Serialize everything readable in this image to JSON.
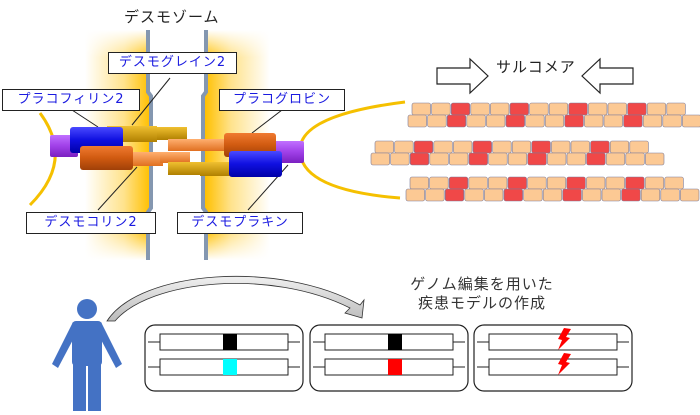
{
  "diagram": {
    "desmosome": {
      "title": "デスモゾーム",
      "labels": {
        "desmoglein2": "デスモグレイン2",
        "plakophilin2": "プラコフィリン2",
        "plakoglobin": "プラコグロビン",
        "desmocollin2": "デスモコリン2",
        "desmoplakin": "デスモプラキン"
      }
    },
    "sarcomere": {
      "title": "サルコメア",
      "rows": [
        {
          "top": [
            "n",
            "n",
            "r",
            "n",
            "n",
            "r",
            "n",
            "n",
            "r",
            "n",
            "n",
            "r",
            "n",
            "n"
          ],
          "bottom": [
            "n",
            "n",
            "r",
            "n",
            "n",
            "r",
            "n",
            "n",
            "r",
            "n",
            "n",
            "r",
            "n",
            "n",
            "n"
          ]
        },
        {
          "top": [
            "n",
            "n",
            "r",
            "n",
            "n",
            "r",
            "n",
            "n",
            "r",
            "n",
            "n",
            "r",
            "n",
            "n"
          ],
          "bottom": [
            "n",
            "n",
            "r",
            "n",
            "n",
            "r",
            "n",
            "n",
            "r",
            "n",
            "n",
            "r",
            "n",
            "n",
            "n"
          ]
        },
        {
          "top": [
            "n",
            "n",
            "r",
            "n",
            "n",
            "r",
            "n",
            "n",
            "r",
            "n",
            "n",
            "r",
            "n",
            "n"
          ],
          "bottom": [
            "n",
            "n",
            "r",
            "n",
            "n",
            "r",
            "n",
            "n",
            "r",
            "n",
            "n",
            "r",
            "n",
            "n",
            "n"
          ]
        }
      ]
    },
    "genome_editing": {
      "caption_line1": "ゲノム編集を用いた",
      "caption_line2": "疾患モデルの作成",
      "panels": [
        {
          "top_mark": "black",
          "bottom_mark": "cyan"
        },
        {
          "top_mark": "black",
          "bottom_mark": "red"
        },
        {
          "top_mark": "lightning",
          "bottom_mark": "lightning"
        }
      ]
    },
    "colors": {
      "label_text": "#1a1ae0",
      "cytoplasm": "#ffc000",
      "membrane": "#8497b0",
      "plakophilin": "#1010e0",
      "plakoglobin": "#d05a10",
      "desmoplakin": "#a040e8",
      "cadherin_gold": "#d4a010",
      "cadherin_orange": "#f09040",
      "filament": "#f5c000",
      "sarcomere_normal": "#fcc994",
      "sarcomere_band": "#f04848",
      "person": "#4472c4",
      "mark_black": "#000000",
      "mark_cyan": "#00ffff",
      "mark_red": "#ff0000"
    }
  }
}
